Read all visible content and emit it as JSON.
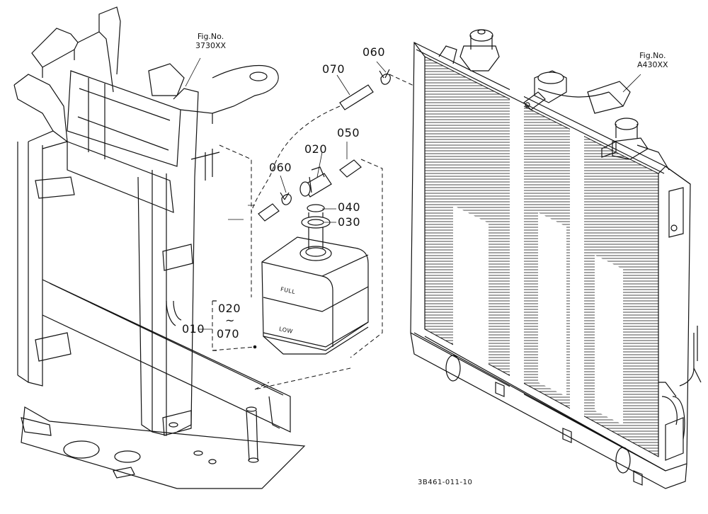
{
  "fig_refs": [
    {
      "line1": "Fig.No.",
      "line2": "3730XX"
    },
    {
      "line1": "Fig.No.",
      "line2": "A430XX"
    }
  ],
  "callouts": {
    "p070_top": "070",
    "p060_top": "060",
    "p050": "050",
    "p020": "020",
    "p060_left": "060",
    "p040": "040",
    "p030": "030",
    "p010": "010",
    "range_start": "020",
    "range_sep": "~",
    "range_end": "070"
  },
  "tank_marks": {
    "full": "FULL",
    "low": "LOW"
  },
  "drawing_code": "3B461-011-10"
}
